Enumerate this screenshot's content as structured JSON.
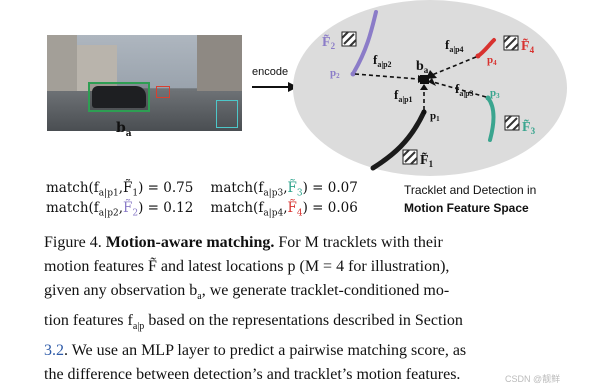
{
  "figure": {
    "photo_label": "b",
    "photo_label_sub": "a",
    "encode_label": "encode",
    "space": {
      "center_label": "b",
      "center_sub": "a",
      "tracklets": [
        {
          "id": "F2",
          "feature": "F̃",
          "sub": "2",
          "point": "p",
          "point_sub": "2",
          "edge": "f",
          "edge_sub": "a|p2",
          "color": "#8b7cc8"
        },
        {
          "id": "F4",
          "feature": "F̃",
          "sub": "4",
          "point": "p",
          "point_sub": "4",
          "edge": "f",
          "edge_sub": "a|p4",
          "color": "#d8322f"
        },
        {
          "id": "F3",
          "feature": "F̃",
          "sub": "3",
          "point": "p",
          "point_sub": "3",
          "edge": "f",
          "edge_sub": "a|p3",
          "color": "#3aa58f"
        },
        {
          "id": "F1",
          "feature": "F̃",
          "sub": "1",
          "point": "p",
          "point_sub": "1",
          "edge": "f",
          "edge_sub": "a|p1",
          "color": "#1b1b1b"
        }
      ]
    },
    "matches": [
      {
        "text": "match(f",
        "sub": "a|p1",
        "feat": "F̃",
        "feat_sub": "1",
        "value": "0.75",
        "color": "#111111"
      },
      {
        "text": "match(f",
        "sub": "a|p3",
        "feat": "F̃",
        "feat_sub": "3",
        "value": "0.07",
        "color": "#2aa38b"
      },
      {
        "text": "match(f",
        "sub": "a|p2",
        "feat": "F̃",
        "feat_sub": "2",
        "value": "0.12",
        "color": "#8b7cc8"
      },
      {
        "text": "match(f",
        "sub": "a|p4",
        "feat": "F̃",
        "feat_sub": "4",
        "value": "0.06",
        "color": "#d8322f"
      }
    ],
    "space_caption_line1": "Tracklet and Detection in",
    "space_caption_line2": "Motion Feature Space"
  },
  "caption": {
    "figure_no": "Figure 4.",
    "title": "Motion-aware matching.",
    "lines": [
      "For M tracklets with their",
      "motion features F̃ and latest locations p (M = 4 for illustration),",
      "given any observation b",
      ", we generate tracklet-conditioned mo-",
      "tion features f",
      " based on the representations described in Section",
      "3.2",
      ". We use an MLP layer to predict a pairwise matching score, as",
      "the difference between detection’s and tracklet’s motion features."
    ]
  },
  "watermark": "CSDN @靓鲜"
}
